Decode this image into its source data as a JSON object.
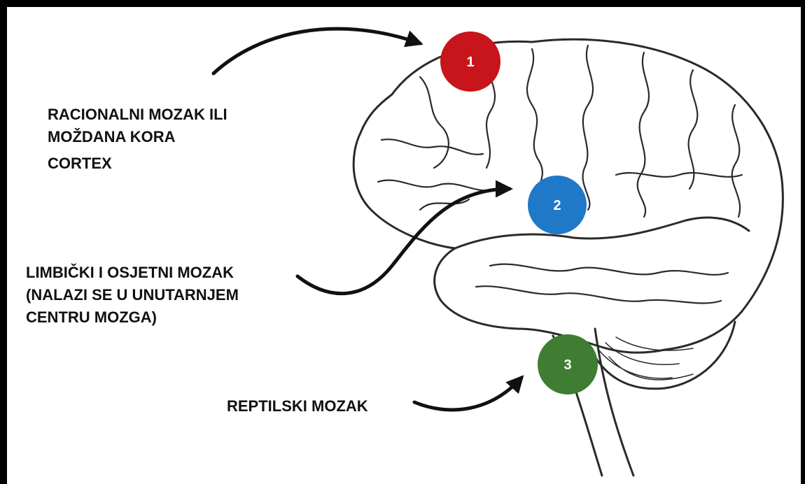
{
  "labels": {
    "rational": "RACIONALNI MOZAK ILI\nMOŽDANA KORA",
    "cortex": "CORTEX",
    "limbic": "LIMBIČKI I OSJETNI MOZAK\n(NALAZI SE U UNUTARNJEM\nCENTRU MOZGA)",
    "reptilian": "REPTILSKI MOZAK"
  },
  "markers": [
    {
      "number": "1",
      "color": "#c8141b"
    },
    {
      "number": "2",
      "color": "#1f78c8"
    },
    {
      "number": "3",
      "color": "#3f7d32"
    }
  ],
  "colors": {
    "frame": "#000000",
    "outline": "#2a2a2a",
    "arrow": "#111111"
  }
}
